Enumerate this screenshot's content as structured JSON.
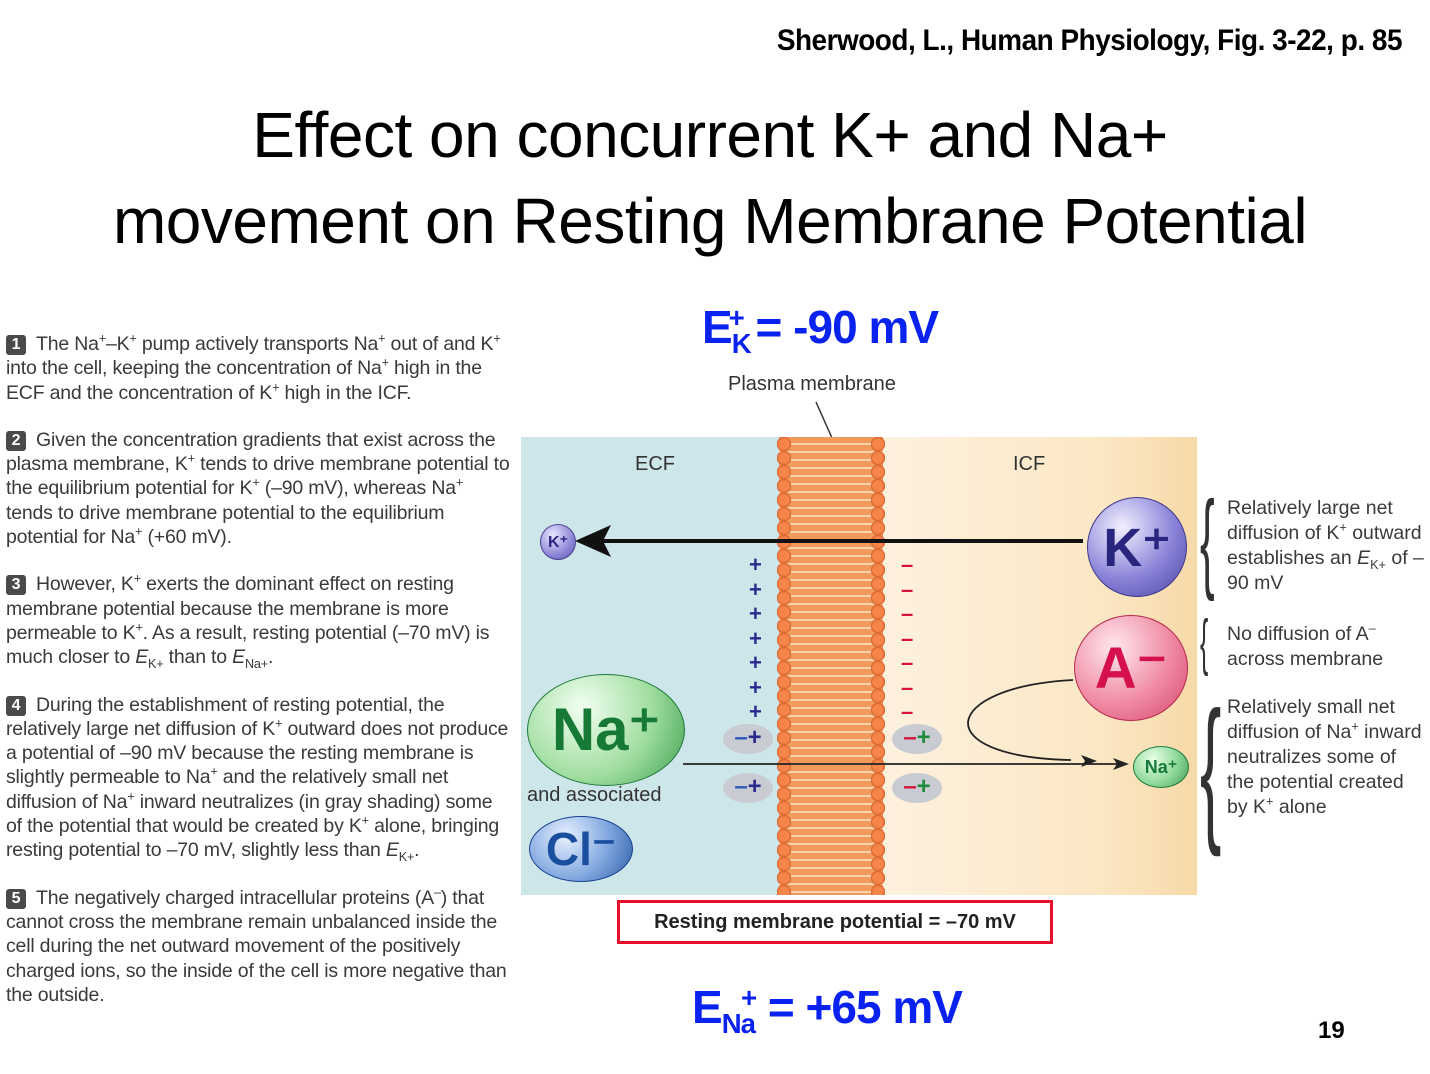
{
  "slide": {
    "citation": "Sherwood, L., Human Physiology, Fig. 3-22, p. 85",
    "title_line1": "Effect on concurrent K+ and Na+",
    "title_line2": "movement on Resting Membrane Potential",
    "page_number": "19"
  },
  "equations": {
    "ek": {
      "symbol": "E",
      "sub": "K",
      "sup": "+",
      "value": "= -90 mV"
    },
    "ena": {
      "symbol": "E",
      "sub": "Na",
      "sup": "+",
      "value": "= +65 mV"
    }
  },
  "steps": [
    {
      "num": "1",
      "text": "The Na⁺–K⁺ pump actively transports Na⁺ out of and K⁺ into the cell, keeping the concentration of Na⁺ high in the ECF and the concentration of K⁺ high in the ICF."
    },
    {
      "num": "2",
      "text": "Given the concentration gradients that exist across the plasma membrane, K⁺ tends to drive membrane potential to the equilibrium potential for K⁺ (–90 mV), whereas Na⁺ tends to drive membrane potential to the equilibrium potential for Na⁺ (+60 mV)."
    },
    {
      "num": "3",
      "text": "However, K⁺ exerts the dominant effect on resting membrane potential because the membrane is more permeable to K⁺. As a result, resting potential (–70 mV) is much closer to E_K+ than to E_Na+."
    },
    {
      "num": "4",
      "text": "During the establishment of resting potential, the relatively large net diffusion of K⁺ outward does not produce a potential of –90 mV because the resting membrane is slightly permeable to Na⁺ and the relatively small net diffusion of Na⁺ inward neutralizes (in gray shading) some of the potential that would be created by K⁺ alone, bringing resting potential to –70 mV, slightly less than E_K+."
    },
    {
      "num": "5",
      "text": "The negatively charged intracellular proteins (A⁻) that cannot cross the membrane remain unbalanced inside the cell during the net outward movement of the positively charged ions, so the inside of the cell is more negative than the outside."
    }
  ],
  "figure": {
    "plasma_membrane_label": "Plasma membrane",
    "ecf_label": "ECF",
    "icf_label": "ICF",
    "ions": {
      "k_small": "K⁺",
      "k_large": "K⁺",
      "a_minus": "A⁻",
      "na_large": "Na⁺",
      "na_small": "Na⁺",
      "cl": "Cl⁻",
      "and_associated": "and associated"
    },
    "charges": {
      "plus": "+",
      "minus": "–",
      "pair_ecf": "–+",
      "pair_icf": "–+"
    },
    "notes": [
      "Relatively large net diffusion of K⁺ outward establishes an E_K+ of –90 mV",
      "No diffusion of A⁻ across membrane",
      "Relatively small net diffusion of Na⁺ inward neutralizes some of the potential created by K⁺ alone"
    ],
    "resting_potential": "Resting membrane potential = –70 mV"
  },
  "colors": {
    "equation_blue": "#0a22f0",
    "highlight_red": "#e8102a",
    "ecf": "#cde6ea",
    "icf": "#fbe7c4",
    "membrane": "#f19a5c"
  }
}
